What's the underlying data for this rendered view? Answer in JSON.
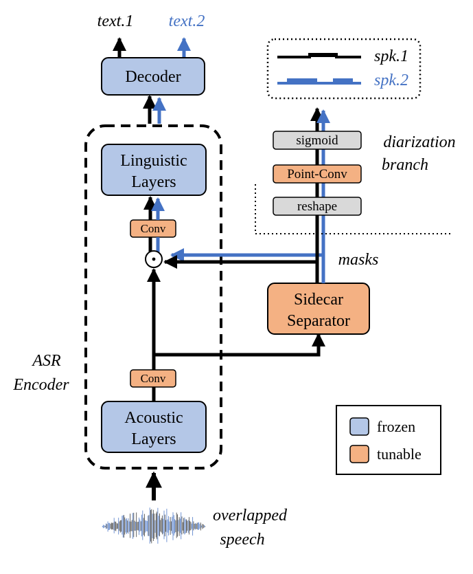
{
  "outputs": {
    "text1": "text.1",
    "text2": "text.2"
  },
  "blocks": {
    "decoder": "Decoder",
    "linguistic_line1": "Linguistic",
    "linguistic_line2": "Layers",
    "conv_top": "Conv",
    "conv_bottom": "Conv",
    "acoustic_line1": "Acoustic",
    "acoustic_line2": "Layers",
    "separator_line1": "Sidecar",
    "separator_line2": "Separator",
    "sigmoid": "sigmoid",
    "point_conv": "Point-Conv",
    "reshape": "reshape",
    "dot_product": "⊙"
  },
  "annotations": {
    "asr_encoder_line1": "ASR",
    "asr_encoder_line2": "Encoder",
    "diarization_line1": "diarization",
    "diarization_line2": "branch",
    "masks": "masks",
    "input_line1": "overlapped",
    "input_line2": "speech"
  },
  "diarization_output": {
    "spk1": "spk.1",
    "spk2": "spk.2"
  },
  "legend": {
    "frozen": "frozen",
    "tunable": "tunable"
  },
  "colors": {
    "frozen_fill": "#b4c7e7",
    "tunable_fill": "#f4b183",
    "gray_fill": "#d9d9d9",
    "speaker2_blue": "#4472c4",
    "speaker1_black": "#000000"
  },
  "icons": {
    "input_waveform": "waveform-icon",
    "element_wise_product": "circle-dot-icon"
  }
}
